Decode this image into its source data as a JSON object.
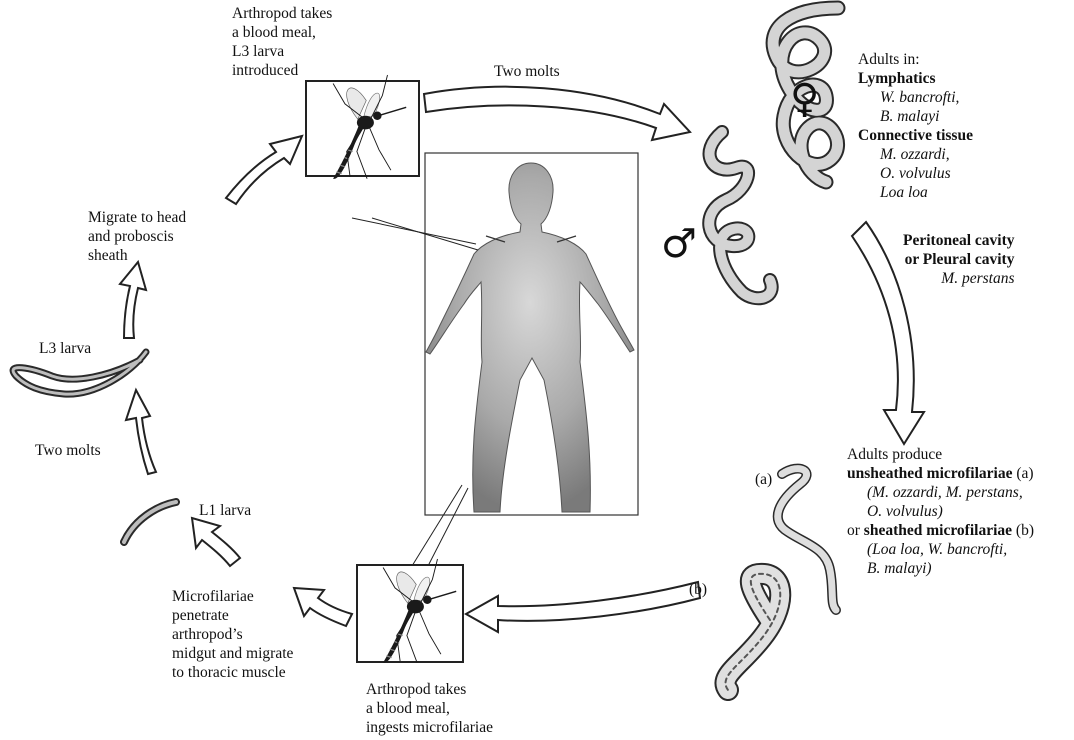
{
  "labels": {
    "arthropod_blood_meal_top": [
      "Arthropod takes",
      "a blood meal,",
      "L3 larva",
      "introduced"
    ],
    "two_molts_top": "Two molts",
    "adults_in": "Adults in:",
    "lymphatics": "Lymphatics",
    "w_bancrofti": "W. bancrofti,",
    "b_malayi": "B. malayi",
    "connective_tissue": "Connective tissue",
    "m_ozzardi": "M. ozzardi,",
    "o_volvulus": "O. volvulus",
    "loa_loa": "Loa loa",
    "peritoneal_cavity": "Peritoneal cavity",
    "pleural_cavity": "or Pleural cavity",
    "m_perstans": "M. perstans",
    "adults_produce": "Adults produce",
    "unsheathed": "unsheathed microfilariae",
    "marker_a": "(a)",
    "unsheathed_species_1": "(M. ozzardi, M. perstans,",
    "unsheathed_species_2": "O. volvulus)",
    "or_text": "or",
    "sheathed": "sheathed microfilariae",
    "marker_b": "(b)",
    "sheathed_species_1": "(Loa loa, W. bancrofti,",
    "sheathed_species_2": "B. malayi)",
    "worm_a_label": "(a)",
    "worm_b_label": "(b)",
    "arthropod_blood_meal_bottom": [
      "Arthropod takes",
      "a blood meal,",
      "ingests microfilariae"
    ],
    "microfilariae_penetrate": [
      "Microfilariae",
      "penetrate",
      "arthropod’s",
      "midgut and migrate",
      "to thoracic muscle"
    ],
    "l1_larva": "L1 larva",
    "two_molts_left": "Two molts",
    "l3_larva": "L3 larva",
    "migrate_head": [
      "Migrate to head",
      "and proboscis",
      "sheath"
    ],
    "male_symbol": "♂",
    "female_symbol": "♀"
  },
  "colors": {
    "worm_fill": "#d4d4d4",
    "worm_stroke": "#2a2a2a",
    "body_fill": "#a8a8a8",
    "mosquito": "#1a1a1a"
  },
  "icons": [
    "mosquito-icon",
    "human-body-icon",
    "worm-icon",
    "larva-icon",
    "cycle-arrow-icon"
  ]
}
